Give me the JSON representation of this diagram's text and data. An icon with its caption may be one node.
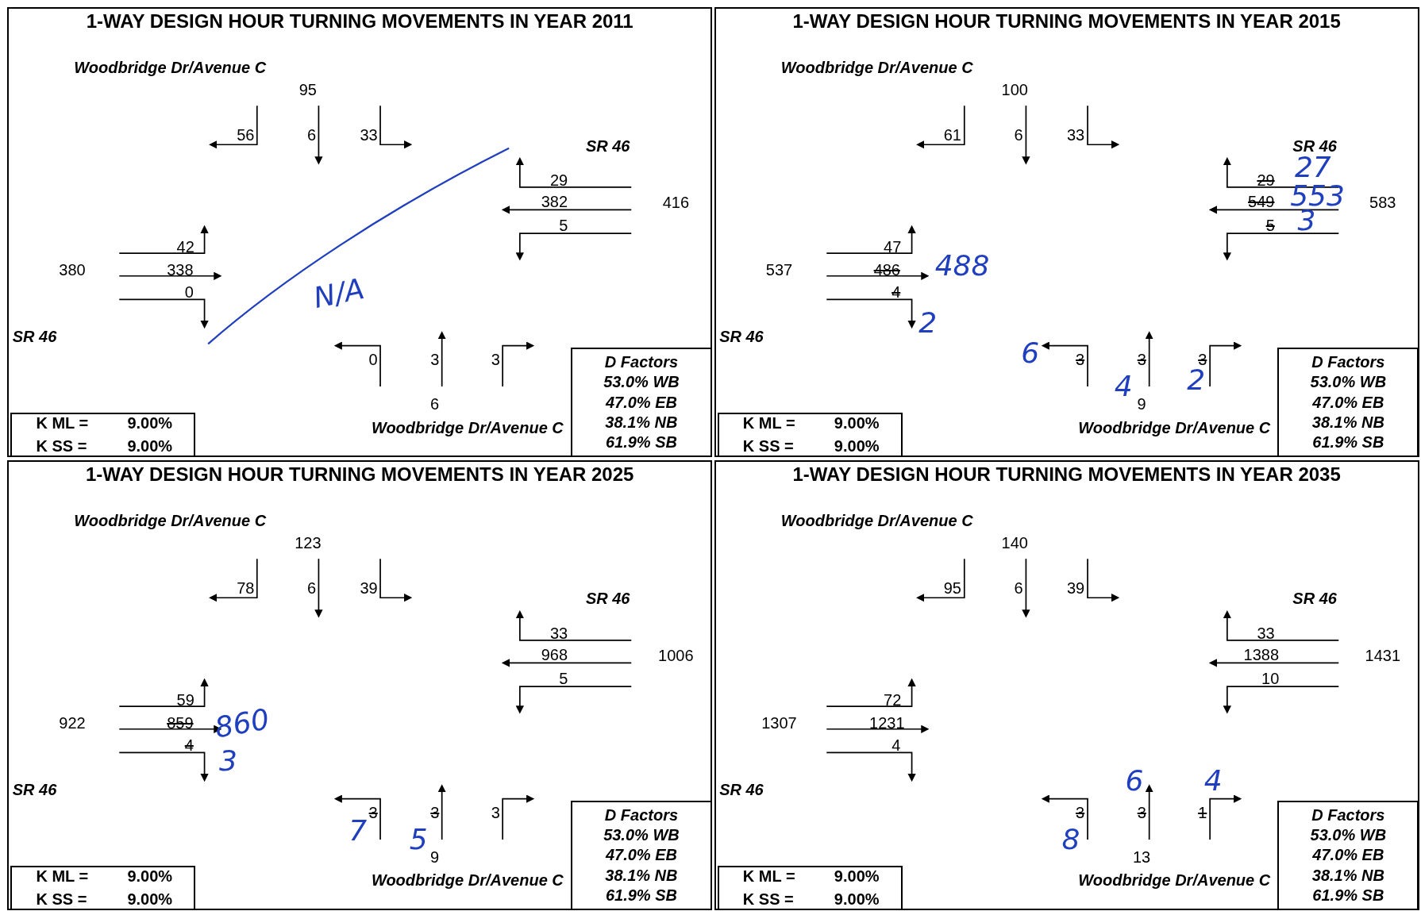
{
  "diagram": {
    "nodes": [
      {
        "text": [
          "1-WAY DESIGN HOUR TURNING MOVEMENTS IN YEAR 2011"
        ]
      },
      {
        "text": [
          "K ML =",
          "9.00%",
          "K SS =",
          "9.00%"
        ],
        "in": 0
      },
      {
        "text": [
          "D Factors",
          "53.0% WB",
          "47.0% EB",
          "38.1% NB",
          "61.9% SB"
        ],
        "in": 0
      },
      {
        "text": [
          "1-WAY DESIGN HOUR TURNING MOVEMENTS IN YEAR 2015"
        ]
      },
      {
        "text": [
          "K ML =",
          "9.00%",
          "K SS =",
          "9.00%"
        ],
        "in": 3
      },
      {
        "text": [
          "D Factors",
          "53.0% WB",
          "47.0% EB",
          "38.1% NB",
          "61.9% SB"
        ],
        "in": 3
      },
      {
        "text": [
          "1-WAY DESIGN HOUR TURNING MOVEMENTS IN YEAR 2025"
        ]
      },
      {
        "text": [
          "K ML =",
          "9.00%",
          "K SS =",
          "9.00%"
        ],
        "in": 6
      },
      {
        "text": [
          "D Factors",
          "53.0% WB",
          "47.0% EB",
          "38.1% NB",
          "61.9% SB"
        ],
        "in": 6
      },
      {
        "text": [
          "1-WAY DESIGN HOUR TURNING MOVEMENTS IN YEAR 2035"
        ]
      },
      {
        "text": [
          "K ML =",
          "9.00%",
          "K SS =",
          "9.00%"
        ],
        "in": 9
      },
      {
        "text": [
          "D Factors",
          "53.0% WB",
          "47.0% EB",
          "38.1% NB",
          "61.9% SB"
        ],
        "in": 9
      }
    ],
    "labels": [
      "Woodbridge Dr/Avenue C",
      "95",
      "56",
      "6",
      "33",
      "SR 46",
      "29",
      "382",
      "416",
      "5",
      "380",
      "42",
      "338",
      "0",
      "SR 46",
      "0",
      "3",
      "3",
      "6",
      "Woodbridge Dr/Avenue C",
      "N/A",
      "Woodbridge Dr/Avenue C",
      "100",
      "61",
      "6",
      "33",
      "SR 46",
      "29",
      "549",
      "583",
      "5",
      "537",
      "47",
      "486",
      "4",
      "SR 46",
      "3",
      "3",
      "3",
      "9",
      "Woodbridge Dr/Avenue C",
      "27",
      "553",
      "3",
      "488",
      "2",
      "6",
      "4",
      "2",
      "Woodbridge Dr/Avenue C",
      "123",
      "78",
      "6",
      "39",
      "SR 46",
      "33",
      "968",
      "1006",
      "5",
      "922",
      "59",
      "859",
      "4",
      "SR 46",
      "3",
      "3",
      "3",
      "9",
      "Woodbridge Dr/Avenue C",
      "860",
      "3",
      "7",
      "5",
      "Woodbridge Dr/Avenue C",
      "140",
      "95",
      "6",
      "39",
      "SR 46",
      "33",
      "1388",
      "1431",
      "10",
      "1307",
      "72",
      "1231",
      "4",
      "SR 46",
      "3",
      "3",
      "1",
      "13",
      "Woodbridge Dr/Avenue C",
      "6",
      "4",
      "8"
    ]
  }
}
